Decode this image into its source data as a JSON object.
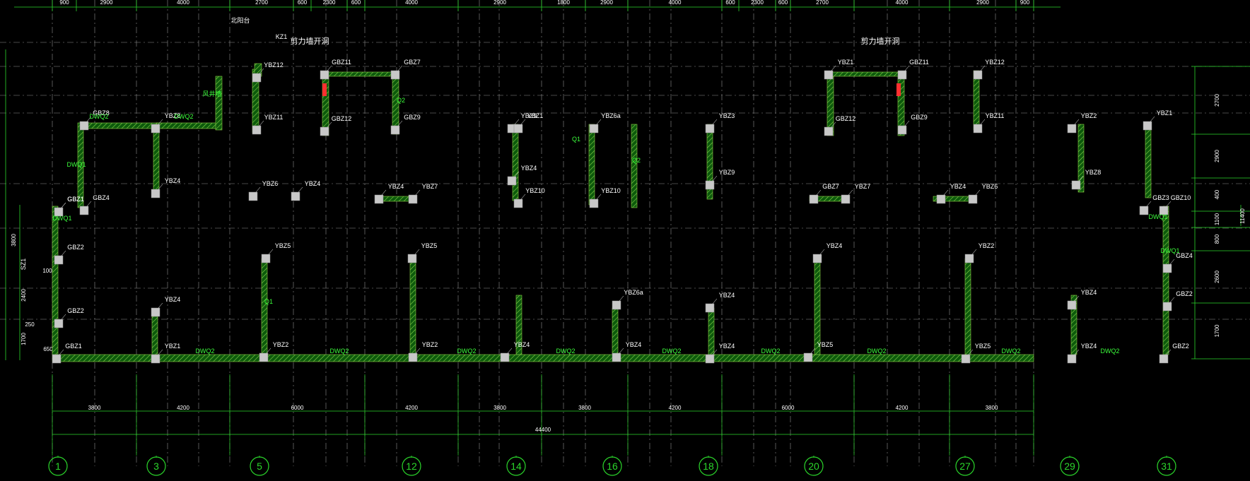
{
  "colors": {
    "background": "#000000",
    "grid": "#8f8f8f",
    "dimension": "#2bd62b",
    "wall_fill": "#0c5a0c",
    "wall_hatch": "#8fd14a",
    "column": "#c8c8c8",
    "label": "#ffffff",
    "bubble": "#2bd62b",
    "text_green": "#3cff3c",
    "alert": "#ff3030"
  },
  "top_dimensions": [
    "900",
    "2900",
    "4000",
    "2700",
    "600",
    "2300",
    "600",
    "4000",
    "2900",
    "1800",
    "2900",
    "4000",
    "600",
    "2300",
    "600",
    "2700",
    "4000",
    "2900",
    "900"
  ],
  "bottom_dimensions": [
    "3800",
    "4200",
    "6000",
    "4200",
    "3800",
    "3800",
    "4200",
    "6000",
    "4200",
    "3800"
  ],
  "overall_dimension": "44400",
  "right_dimensions": [
    "2700",
    "2900",
    "400",
    "1100",
    "800",
    "2600",
    "1700"
  ],
  "right_total": "11400",
  "left_dimensions": [
    "3800",
    "2400",
    "1700",
    "250",
    "650",
    "100"
  ],
  "axis_bubbles": [
    "1",
    "3",
    "5",
    "12",
    "14",
    "16",
    "18",
    "20",
    "27",
    "29",
    "31"
  ],
  "notes": {
    "shear_hole_left": "剪力墙开洞",
    "shear_hole_right": "剪力墙开洞",
    "fan_left": "风井墙",
    "kz": "KZ1",
    "sz": "SZ1",
    "building_top": "北阳台"
  },
  "column_labels": [
    {
      "t": "GBZ1"
    },
    {
      "t": "GBZ2"
    },
    {
      "t": "GBZ2"
    },
    {
      "t": "GBZ1"
    },
    {
      "t": "GBZ4"
    },
    {
      "t": "GBZ8"
    },
    {
      "t": "YBZ8"
    },
    {
      "t": "YBZ4"
    },
    {
      "t": "YBZ4"
    },
    {
      "t": "YBZ1"
    },
    {
      "t": "YBZ12"
    },
    {
      "t": "YBZ11"
    },
    {
      "t": "YBZ6"
    },
    {
      "t": "YBZ4"
    },
    {
      "t": "YBZ5"
    },
    {
      "t": "YBZ2"
    },
    {
      "t": "GBZ11"
    },
    {
      "t": "GBZ12"
    },
    {
      "t": "GBZ7"
    },
    {
      "t": "GBZ9"
    },
    {
      "t": "YBZ4"
    },
    {
      "t": "YBZ7"
    },
    {
      "t": "YBZ5"
    },
    {
      "t": "YBZ2"
    },
    {
      "t": "YBZ9"
    },
    {
      "t": "YBZ4"
    },
    {
      "t": "YBZ4"
    },
    {
      "t": "YBZ1"
    },
    {
      "t": "YBZ10"
    },
    {
      "t": "YBZ6a"
    },
    {
      "t": "YBZ10"
    },
    {
      "t": "YBZ6a"
    },
    {
      "t": "YBZ4"
    },
    {
      "t": "YBZ3"
    },
    {
      "t": "YBZ9"
    },
    {
      "t": "YBZ4"
    },
    {
      "t": "YBZ4"
    },
    {
      "t": "YBZ1"
    },
    {
      "t": "GBZ12"
    },
    {
      "t": "GBZ11"
    },
    {
      "t": "GBZ9"
    },
    {
      "t": "GBZ7"
    },
    {
      "t": "YBZ7"
    },
    {
      "t": "YBZ4"
    },
    {
      "t": "YBZ5"
    },
    {
      "t": "YBZ2"
    },
    {
      "t": "YBZ5"
    },
    {
      "t": "YBZ12"
    },
    {
      "t": "YBZ11"
    },
    {
      "t": "YBZ4"
    },
    {
      "t": "YBZ6"
    },
    {
      "t": "YBZ2"
    },
    {
      "t": "YBZ8"
    },
    {
      "t": "YBZ4"
    },
    {
      "t": "YBZ4"
    },
    {
      "t": "YBZ1"
    },
    {
      "t": "GBZ10"
    },
    {
      "t": "GBZ3"
    },
    {
      "t": "GBZ4"
    },
    {
      "t": "GBZ2"
    },
    {
      "t": "GBZ2"
    },
    {
      "t": "GBZ1"
    }
  ],
  "wall_labels": [
    "DWQ2",
    "DWQ2",
    "DWQ2",
    "DWQ2",
    "DWQ2",
    "DWQ2",
    "DWQ2",
    "DWQ2",
    "DWQ2",
    "DWQ2",
    "DWQ2",
    "Q1",
    "Q2",
    "Q1",
    "Q2",
    "DWQ1",
    "DWQ1",
    "DWQ1",
    "DWQ1"
  ]
}
